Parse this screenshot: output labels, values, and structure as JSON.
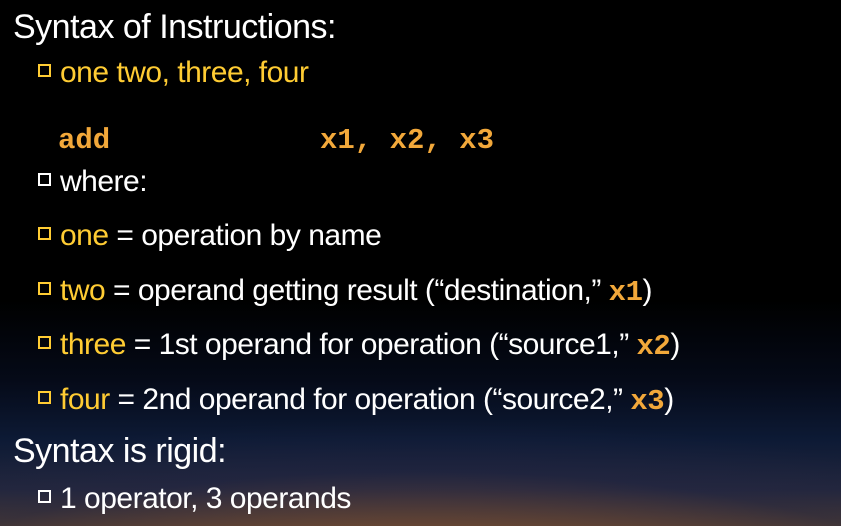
{
  "heading1": "Syntax of Instructions:",
  "bullet_format": "one two, three, four",
  "example": {
    "opcode": "add",
    "operands": "x1, x2, x3"
  },
  "where": "where:",
  "defs": [
    {
      "term": "one",
      "text": " = operation by name",
      "reg": "",
      "close": ""
    },
    {
      "term": "two",
      "text": " = operand getting result (“destination,” ",
      "reg": "x1",
      "close": ")"
    },
    {
      "term": "three",
      "text": " = 1st operand for operation (“source1,” ",
      "reg": "x2",
      "close": ")"
    },
    {
      "term": "four",
      "text": " = 2nd operand for operation (“source2,” ",
      "reg": "x3",
      "close": ")"
    }
  ],
  "heading2": "Syntax is rigid:",
  "rigid_bullet": "1 operator, 3 operands",
  "colors": {
    "heading": "#ffffff",
    "term": "#ffcc33",
    "code": "#f2a83a"
  }
}
